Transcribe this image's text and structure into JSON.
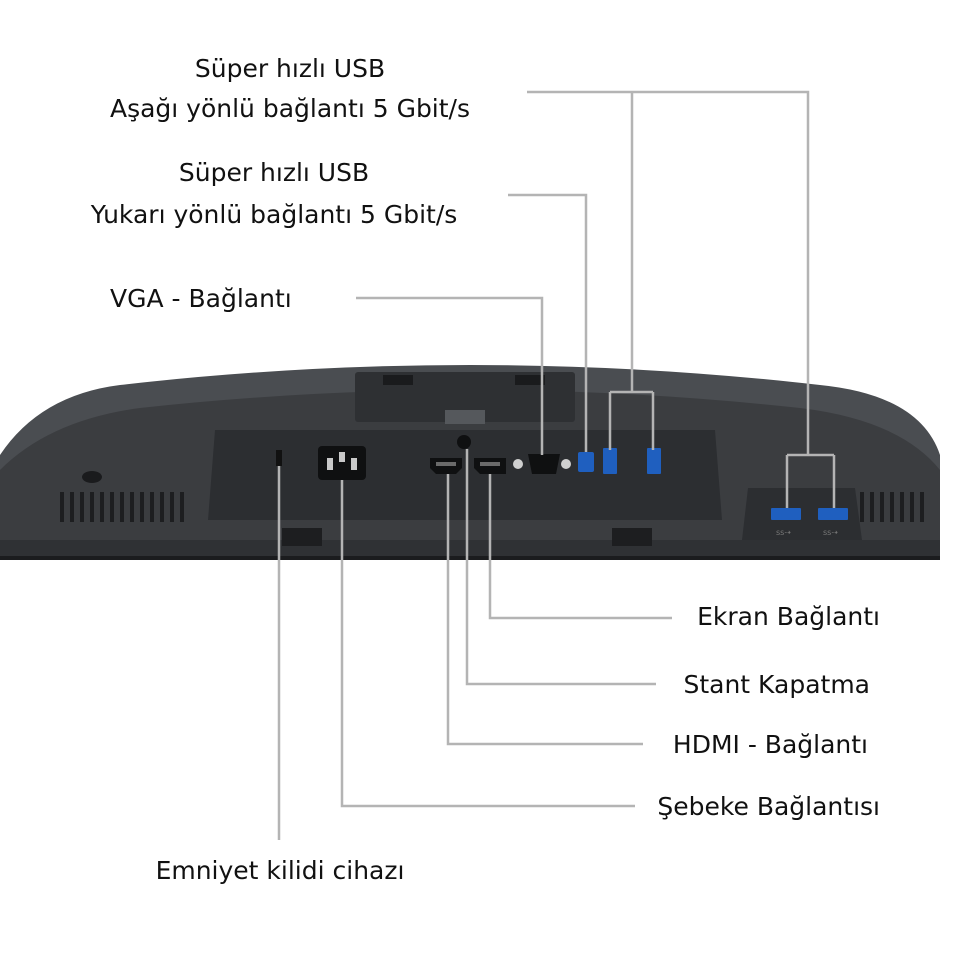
{
  "labels": {
    "usb_down_1": "Süper hızlı USB",
    "usb_down_2": "Aşağı yönlü bağlantı 5 Gbit/s",
    "usb_up_1": "Süper hızlı USB",
    "usb_up_2": "Yukarı yönlü bağlantı 5 Gbit/s",
    "vga": "VGA - Bağlantı",
    "dp": "Ekran Bağlantı",
    "stand": "Stant Kapatma",
    "hdmi": "HDMI - Bağlantı",
    "power": "Şebeke Bağlantısı",
    "lock": "Emniyet kilidi cihazı"
  },
  "colors": {
    "leader_line": "#b4b4b4",
    "monitor_body": "#3b3d40",
    "monitor_top": "#55585c",
    "port_bay": "#2c2e31",
    "usb_blue": "#1f5fbf"
  }
}
